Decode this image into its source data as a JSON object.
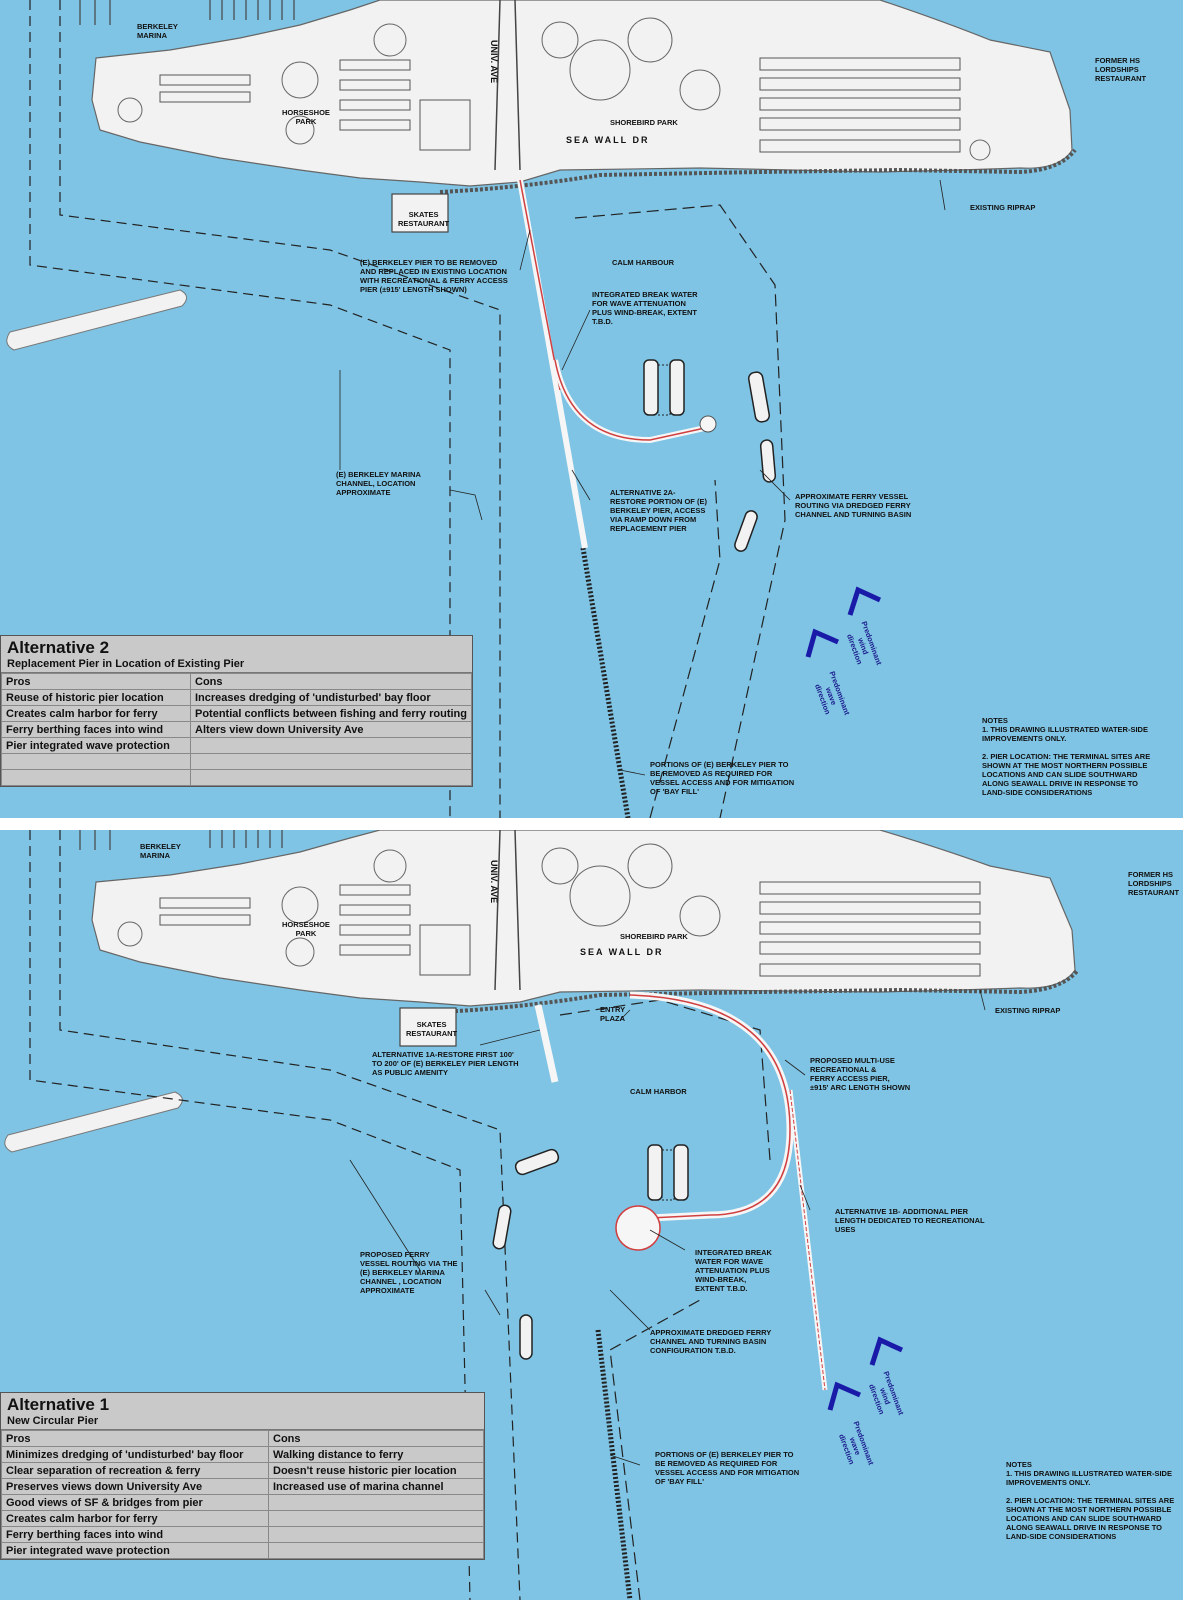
{
  "top": {
    "labels": {
      "berkeley_marina": "Berkeley\nMarina",
      "horseshoe_park": "Horseshoe\nPark",
      "university_ave": "UNIV. AVE",
      "shorebird_park": "Shorebird Park",
      "sea_wall_dr": "SEA WALL DR",
      "former_hs": "Former HS\nLordships\nRestaurant",
      "existing_riprap": "Existing Riprap",
      "skates": "Skates\nRestaurant",
      "pier_note": "(E) Berkeley pier to be removed\nand replaced in existing location\nwith recreational & ferry access\npier (±915' length shown)",
      "calm_harbour": "Calm Harbour",
      "breakwater": "Integrated break water\nfor wave attenuation\nplus wind-break, extent\nT.B.D.",
      "channel": "(E) Berkeley Marina\nChannel, location\napproximate",
      "alt2a": "Alternative 2A-\nRestore portion of (E)\nBerkeley pier, access\nvia ramp down from\nreplacement pier",
      "ferry_routing": "Approximate ferry vessel\nrouting via dredged ferry\nchannel and turning basin",
      "portions": "Portions of (E) Berkeley pier to\nbe removed as required for\nvessel access and for mitigation\nof 'bay fill'",
      "wind_prevailing": "Predominant\nwind\ndirection",
      "wave_prevailing": "Predominant\nwave\ndirection"
    },
    "notes": "NOTES\n1.   THIS DRAWING ILLUSTRATED WATER-SIDE\n      IMPROVEMENTS ONLY.\n\n2.   PIER LOCATION: THE TERMINAL SITES ARE\n      SHOWN AT THE MOST NORTHERN POSSIBLE\n      LOCATIONS AND CAN SLIDE SOUTHWARD\n      ALONG SEAWALL DRIVE IN RESPONSE TO\n      LAND-SIDE CONSIDERATIONS",
    "summary": {
      "title": "Alternative 2",
      "subtitle": "Replacement Pier in Location of Existing Pier",
      "pros_header": "Pros",
      "cons_header": "Cons",
      "rows": [
        [
          "Reuse of historic pier location",
          "Increases dredging of 'undisturbed' bay floor"
        ],
        [
          "Creates calm harbor for ferry",
          "Potential conflicts between fishing and ferry routing"
        ],
        [
          "Ferry berthing faces into wind",
          "Alters view down University Ave"
        ],
        [
          "Pier integrated wave protection",
          ""
        ],
        [
          "",
          ""
        ],
        [
          "",
          ""
        ]
      ]
    }
  },
  "bottom": {
    "labels": {
      "berkeley_marina": "Berkeley\nMarina",
      "horseshoe_park": "Horseshoe\nPark",
      "university_ave": "UNIV. AVE",
      "shorebird_park": "Shorebird Park",
      "sea_wall_dr": "SEA WALL DR",
      "former_hs": "Former HS\nLordships\nRestaurant",
      "existing_riprap": "Existing Riprap",
      "skates": "Skates\nRestaurant",
      "entry_plaza": "Entry\nPlaza",
      "alt1a": "Alternative 1A-Restore first 100'\nto 200' of (E) Berkeley pier length\nas public amenity",
      "multi_use": "Proposed multi-use\nrecreational &\nferry access pier,\n±915' arc length shown",
      "calm_harbor": "Calm Harbor",
      "alt1b": "Alternative 1B- Additional pier\nlength dedicated to recreational\nuses",
      "ferry_routing": "Proposed ferry\nvessel routing via the\n(E) Berkeley Marina\nchannel , location\napproximate",
      "breakwater": "Integrated break\nwater for wave\nattenuation plus\nwind-break,\nextent T.B.D.",
      "dredged": "Approximate dredged ferry\nchannel and turning basin\nconfiguration T.B.D.",
      "portions": "Portions of (E) Berkeley pier to\nbe removed as required for\nvessel access and for mitigation\nof 'bay fill'",
      "wind_prevailing": "Predominant\nwind\ndirection",
      "wave_prevailing": "Predominant\nwave\ndirection"
    },
    "notes": "NOTES\n1.   THIS DRAWING ILLUSTRATED WATER-SIDE\n      IMPROVEMENTS ONLY.\n\n2.   PIER LOCATION: THE TERMINAL SITES ARE\n      SHOWN AT THE MOST NORTHERN POSSIBLE\n      LOCATIONS AND CAN SLIDE SOUTHWARD\n      ALONG SEAWALL DRIVE IN RESPONSE TO\n      LAND-SIDE CONSIDERATIONS",
    "summary": {
      "title": "Alternative 1",
      "subtitle": "New Circular Pier",
      "pros_header": "Pros",
      "cons_header": "Cons",
      "rows": [
        [
          "Minimizes dredging of 'undisturbed' bay floor",
          "Walking distance to ferry"
        ],
        [
          "Clear separation of recreation & ferry",
          "Doesn't reuse historic pier location"
        ],
        [
          "Preserves views down University Ave",
          "Increased use of marina channel"
        ],
        [
          "Good views of SF & bridges from pier",
          ""
        ],
        [
          "Creates calm harbor for ferry",
          ""
        ],
        [
          "Ferry berthing faces into wind",
          ""
        ],
        [
          "Pier integrated wave protection",
          ""
        ]
      ]
    }
  },
  "colors": {
    "water": "#7fc4e4",
    "land": "#f2f2f2",
    "pier_red": "#d04040",
    "arrow_blue": "#1a1aa8"
  }
}
